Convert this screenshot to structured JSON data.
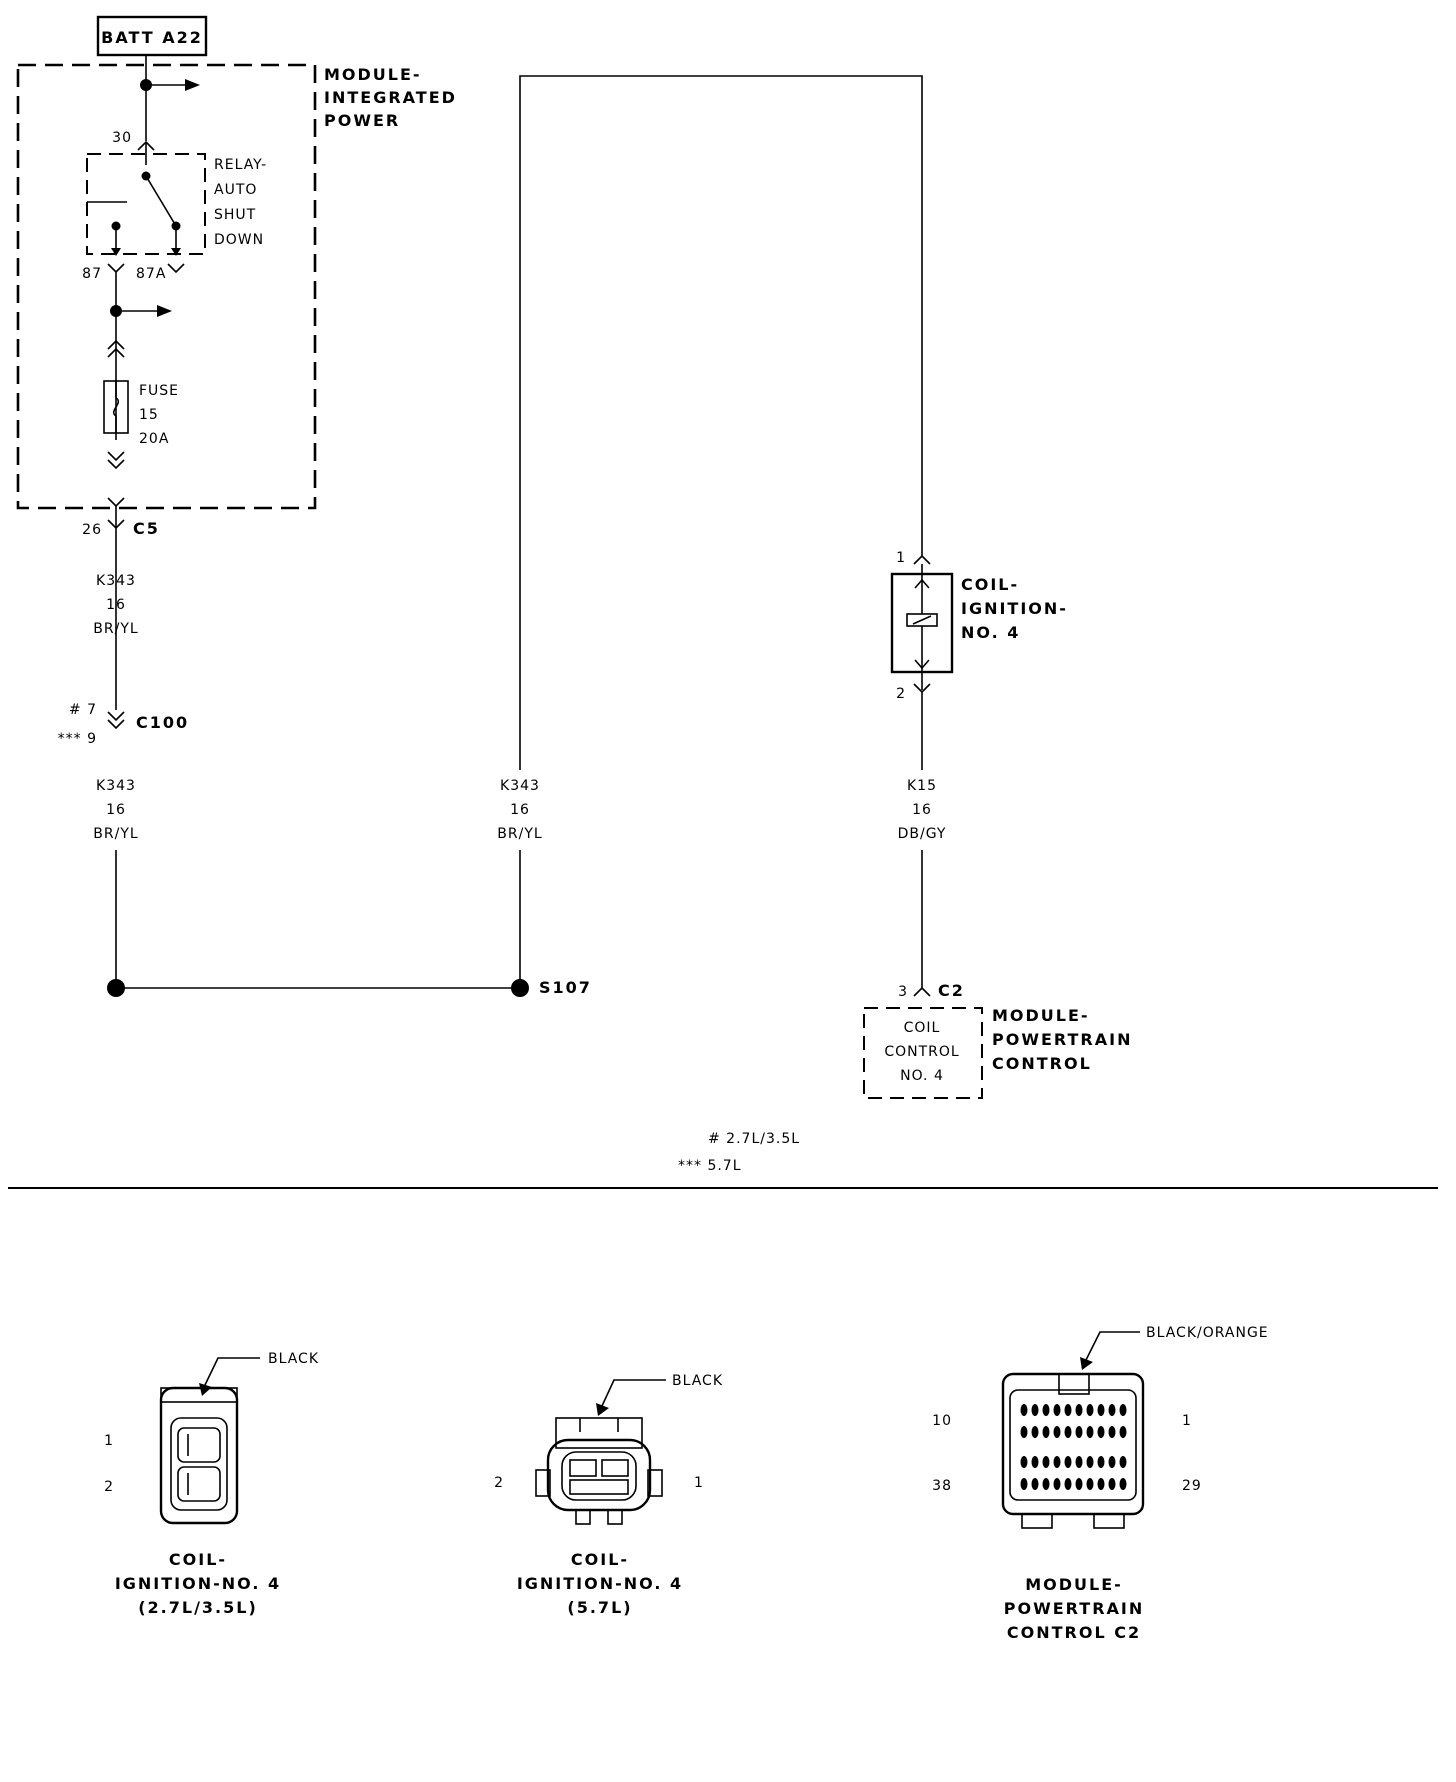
{
  "batt_label": "BATT A22",
  "ipm_label": [
    "MODULE-",
    "INTEGRATED",
    "POWER"
  ],
  "relay": {
    "label": [
      "RELAY-",
      "AUTO",
      "SHUT",
      "DOWN"
    ],
    "pin_30": "30",
    "pin_87": "87",
    "pin_87a": "87A"
  },
  "fuse": {
    "label": [
      "FUSE",
      "15",
      "20A"
    ]
  },
  "c5": {
    "pin": "26",
    "name": "C5"
  },
  "wire_k343_a": [
    "K343",
    "16",
    "BR/YL"
  ],
  "c100": {
    "pin_hash": "# 7",
    "pin_star": "*** 9",
    "name": "C100"
  },
  "wire_k343_b": [
    "K343",
    "16",
    "BR/YL"
  ],
  "wire_k343_c": [
    "K343",
    "16",
    "BR/YL"
  ],
  "splice": "S107",
  "coil": {
    "label": [
      "COIL-",
      "IGNITION-",
      "NO. 4"
    ],
    "pin_1": "1",
    "pin_2": "2"
  },
  "wire_k15": [
    "K15",
    "16",
    "DB/GY"
  ],
  "c2": {
    "pin": "3",
    "name": "C2"
  },
  "pcm": {
    "label": [
      "MODULE-",
      "POWERTRAIN",
      "CONTROL"
    ],
    "inner": [
      "COIL",
      "CONTROL",
      "NO. 4"
    ]
  },
  "footnotes": [
    "# 2.7L/3.5L",
    "*** 5.7L"
  ],
  "connectors": [
    {
      "color": "BLACK",
      "pins": [
        "1",
        "2"
      ],
      "title": [
        "COIL-",
        "IGNITION-NO. 4",
        "(2.7L/3.5L)"
      ]
    },
    {
      "color": "BLACK",
      "pins": [
        "2",
        "1"
      ],
      "title": [
        "COIL-",
        "IGNITION-NO. 4",
        "(5.7L)"
      ]
    },
    {
      "color": "BLACK/ORANGE",
      "pins": [
        "10",
        "1",
        "38",
        "29"
      ],
      "title": [
        "MODULE-",
        "POWERTRAIN",
        "CONTROL C2"
      ]
    }
  ]
}
